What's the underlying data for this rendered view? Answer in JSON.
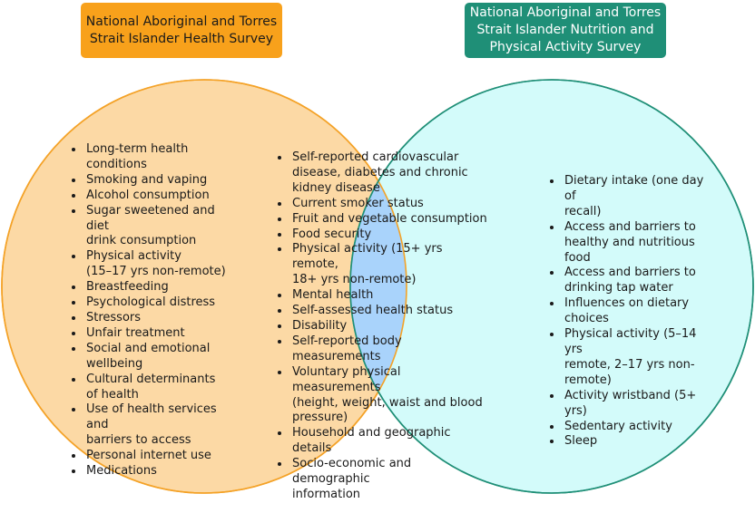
{
  "colors": {
    "left_fill": "#fcd9a5",
    "left_stroke": "#f4a227",
    "right_fill": "#d3fbfa",
    "right_stroke": "#1f8f77",
    "overlap_fill": "#a9d3fb",
    "left_title_bg": "#f8a11b",
    "right_title_bg": "#1f8f77"
  },
  "left": {
    "title_lines": [
      "National Aboriginal and Torres",
      "Strait Islander Health Survey"
    ],
    "items": [
      [
        "Long-term health conditions"
      ],
      [
        "Smoking and vaping"
      ],
      [
        "Alcohol consumption"
      ],
      [
        "Sugar sweetened and diet",
        "drink consumption"
      ],
      [
        "Physical activity",
        "(15–17 yrs non-remote)"
      ],
      [
        "Breastfeeding"
      ],
      [
        "Psychological distress"
      ],
      [
        "Stressors"
      ],
      [
        "Unfair treatment"
      ],
      [
        "Social and emotional",
        "wellbeing"
      ],
      [
        "Cultural determinants",
        "of health"
      ],
      [
        "Use of health services and",
        "barriers to access"
      ],
      [
        "Personal internet use"
      ],
      [
        "Medications"
      ]
    ]
  },
  "center": {
    "items": [
      [
        "Self-reported cardiovascular",
        "disease, diabetes and chronic",
        "kidney disease"
      ],
      [
        "Current smoker status"
      ],
      [
        "Fruit and vegetable consumption"
      ],
      [
        "Food security"
      ],
      [
        "Physical activity (15+ yrs remote,",
        "18+ yrs non-remote)"
      ],
      [
        "Mental health"
      ],
      [
        "Self-assessed health status"
      ],
      [
        "Disability"
      ],
      [
        "Self-reported body measurements"
      ],
      [
        "Voluntary physical measurements",
        "(height, weight, waist and blood",
        "pressure)"
      ],
      [
        "Household and geographic details"
      ],
      [
        "Socio-economic and demographic",
        "information"
      ]
    ]
  },
  "right": {
    "title_lines": [
      "National Aboriginal and Torres",
      "Strait Islander Nutrition and",
      "Physical Activity Survey"
    ],
    "items": [
      [
        "Dietary intake (one day of",
        "recall)"
      ],
      [
        "Access and barriers to",
        "healthy and nutritious",
        "food"
      ],
      [
        "Access and barriers to",
        "drinking tap water"
      ],
      [
        "Influences on dietary",
        "choices"
      ],
      [
        "Physical activity (5–14 yrs",
        "remote, 2–17 yrs non-",
        "remote)"
      ],
      [
        "Activity wristband (5+ yrs)"
      ],
      [
        "Sedentary activity"
      ],
      [
        "Sleep"
      ]
    ]
  }
}
